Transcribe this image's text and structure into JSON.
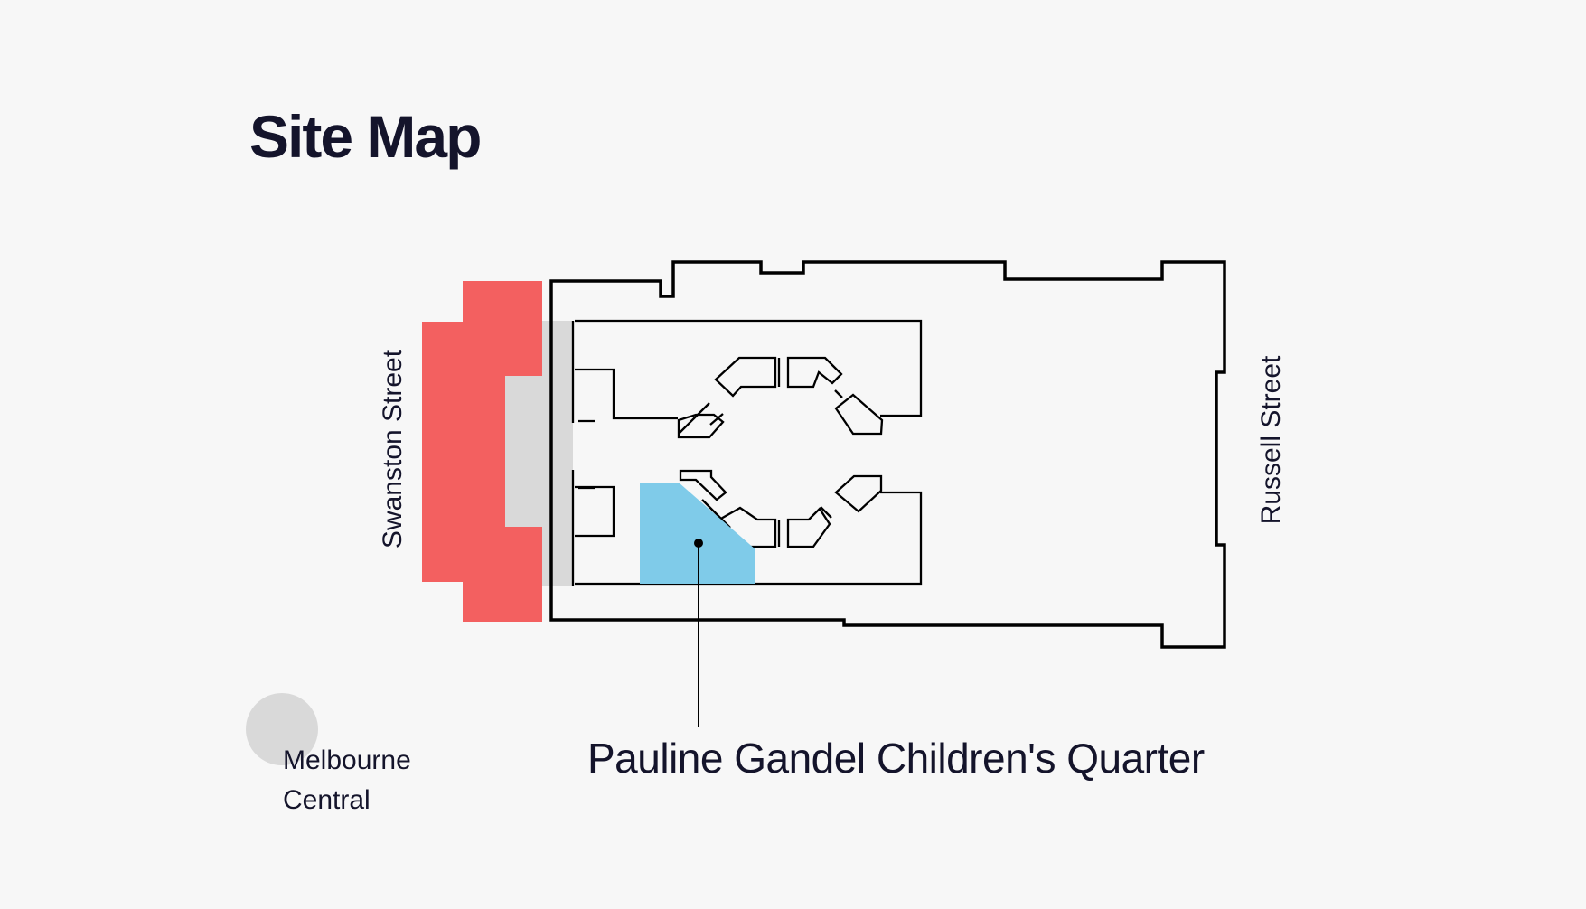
{
  "page": {
    "title": "Site Map"
  },
  "streets": {
    "west": "Swanston Street",
    "east": "Russell Street"
  },
  "highlight": {
    "label": "Pauline Gandel Children's Quarter"
  },
  "station": {
    "line1": "Melbourne",
    "line2": "Central"
  },
  "colors": {
    "background": "#f7f7f7",
    "title": "#14142b",
    "forecourt": "#f36060",
    "entrance": "#d9d9d9",
    "highlight": "#7fcbe9",
    "outline": "#000000",
    "station_marker": "#d9d9d9"
  },
  "icons": {
    "station_marker": "station-circle-icon",
    "location_pin": "location-dot-icon"
  }
}
